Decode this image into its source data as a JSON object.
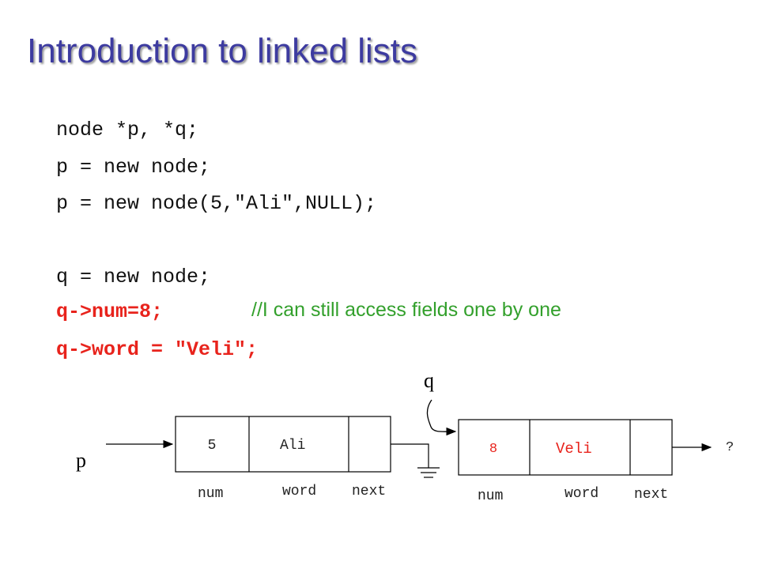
{
  "title": "Introduction to linked lists",
  "code": {
    "line1": "node *p, *q;",
    "line2": "p = new node;",
    "line3": "p = new node(5,\"Ali\",NULL);",
    "line4": "q = new node;",
    "line5": "q->num=8;",
    "line5_comment": "//I can still access fields one by one",
    "line6": "q->word = \"Veli\";"
  },
  "diagram": {
    "pointer_p": "p",
    "pointer_q": "q",
    "node1": {
      "num": "5",
      "word": "Ali"
    },
    "node2": {
      "num": "8",
      "word": "Veli"
    },
    "field_labels": {
      "num": "num",
      "word": "word",
      "next": "next"
    },
    "unknown_next": "?"
  },
  "colors": {
    "title": "#3d3ba0",
    "highlight_code": "#e8231c",
    "comment": "#33a02c"
  }
}
